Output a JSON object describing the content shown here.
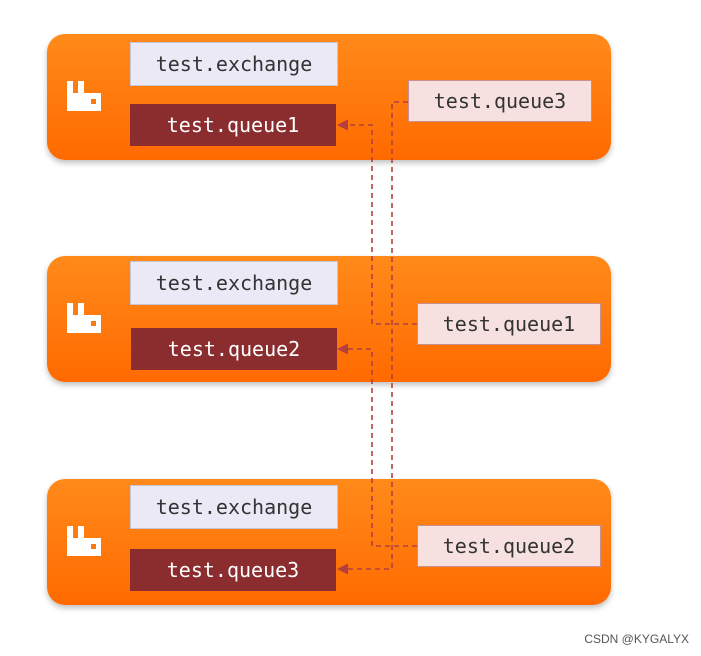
{
  "nodes": [
    {
      "exchange": "test.exchange",
      "queue": "test.queue1",
      "mirror": "test.queue3"
    },
    {
      "exchange": "test.exchange",
      "queue": "test.queue2",
      "mirror": "test.queue1"
    },
    {
      "exchange": "test.exchange",
      "queue": "test.queue3",
      "mirror": "test.queue2"
    }
  ],
  "colors": {
    "node": "#ff7a0c",
    "queue": "#8b2c2f",
    "exchange_box": "#ebe9f6",
    "mirror_box": "#f6e1e0",
    "link": "#b3403f"
  },
  "icons": {
    "node_logo": "rabbitmq-icon"
  },
  "watermark": "CSDN @KYGALYX"
}
